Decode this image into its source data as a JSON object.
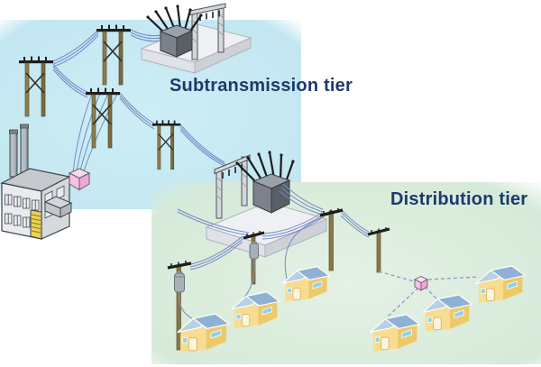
{
  "diagram": {
    "tiers": [
      {
        "id": "subtransmission",
        "label": "Subtransmission tier",
        "region_color": "#c6e9f2"
      },
      {
        "id": "distribution",
        "label": "Distribution tier",
        "region_color": "#dcedde"
      }
    ],
    "label_color": "#1d3a6d",
    "wire_colors": {
      "solid": "#7589c6",
      "dashed": "#8f96c8"
    },
    "components": {
      "power_plants": 1,
      "substations": 2,
      "subtransmission_poles": 4,
      "distribution_poles": 4,
      "pole_mounted_transformers": 2,
      "transformer_cubes": 2,
      "houses": 6
    }
  }
}
